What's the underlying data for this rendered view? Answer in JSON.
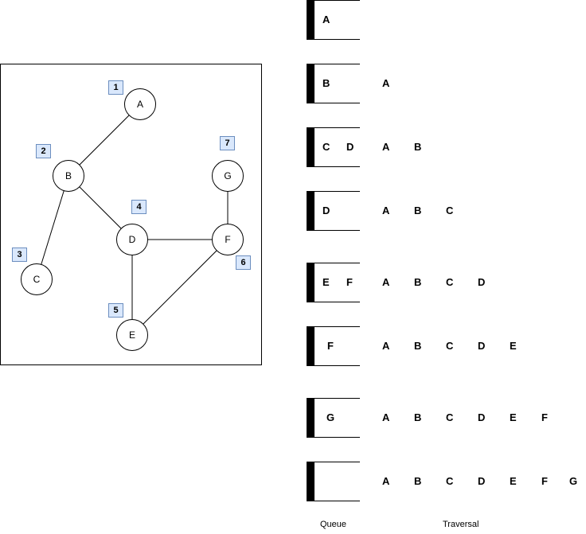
{
  "graph": {
    "nodes": [
      {
        "id": "A",
        "label": "A",
        "order": "1"
      },
      {
        "id": "B",
        "label": "B",
        "order": "2"
      },
      {
        "id": "C",
        "label": "C",
        "order": "3"
      },
      {
        "id": "D",
        "label": "D",
        "order": "4"
      },
      {
        "id": "E",
        "label": "E",
        "order": "5"
      },
      {
        "id": "F",
        "label": "F",
        "order": "6"
      },
      {
        "id": "G",
        "label": "G",
        "order": "7"
      }
    ],
    "edges": [
      [
        "A",
        "B"
      ],
      [
        "B",
        "C"
      ],
      [
        "B",
        "D"
      ],
      [
        "D",
        "F"
      ],
      [
        "D",
        "E"
      ],
      [
        "E",
        "F"
      ],
      [
        "F",
        "G"
      ]
    ]
  },
  "steps": [
    {
      "queue": [
        "A"
      ],
      "traversal": []
    },
    {
      "queue": [
        "B"
      ],
      "traversal": [
        "A"
      ]
    },
    {
      "queue": [
        "C",
        "D"
      ],
      "traversal": [
        "A",
        "B"
      ]
    },
    {
      "queue": [
        "D"
      ],
      "traversal": [
        "A",
        "B",
        "C"
      ]
    },
    {
      "queue": [
        "E",
        "F"
      ],
      "traversal": [
        "A",
        "B",
        "C",
        "D"
      ]
    },
    {
      "queue": [
        "F"
      ],
      "traversal": [
        "A",
        "B",
        "C",
        "D",
        "E"
      ]
    },
    {
      "queue": [
        "G"
      ],
      "traversal": [
        "A",
        "B",
        "C",
        "D",
        "E",
        "F"
      ]
    },
    {
      "queue": [],
      "traversal": [
        "A",
        "B",
        "C",
        "D",
        "E",
        "F",
        "G"
      ]
    }
  ],
  "captions": {
    "queue": "Queue",
    "traversal": "Traversal"
  }
}
